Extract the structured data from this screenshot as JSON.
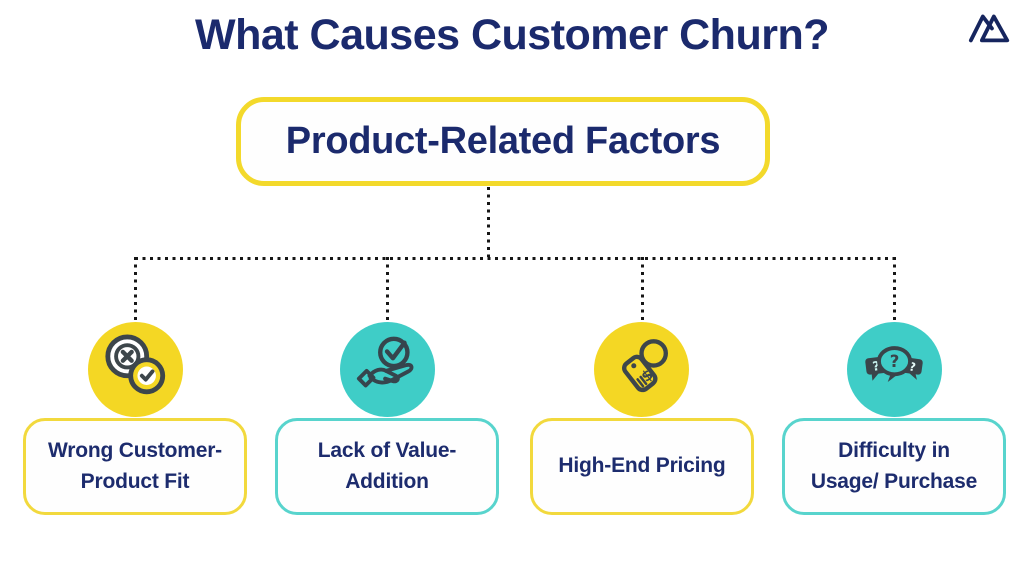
{
  "page": {
    "background": "#ffffff"
  },
  "header": {
    "title": "What Causes Customer Churn?",
    "logo_icon": "mountain-logo-icon"
  },
  "colors": {
    "navy_text": "#1b2a6d",
    "yellow_accent": "#f3d92b",
    "yellow_circle_fill": "#f4d724",
    "teal_circle_fill": "#3fcdc7",
    "teal_border": "#58d4cd",
    "connector_line": "#161616",
    "icon_stroke": "#3d464b"
  },
  "root_node": {
    "label": "Product-Related Factors"
  },
  "connector_style": "dotted",
  "nodes": [
    {
      "label": "Wrong Customer-\nProduct Fit",
      "accent": "yellow",
      "icon": "mismatch-check-target-icon"
    },
    {
      "label": "Lack of Value-\nAddition",
      "accent": "teal",
      "icon": "hand-offering-check-icon"
    },
    {
      "label": "High-End Pricing",
      "accent": "yellow",
      "icon": "price-tag-icon"
    },
    {
      "label": "Difficulty in\nUsage/ Purchase",
      "accent": "teal",
      "icon": "question-speech-bubbles-icon"
    }
  ]
}
